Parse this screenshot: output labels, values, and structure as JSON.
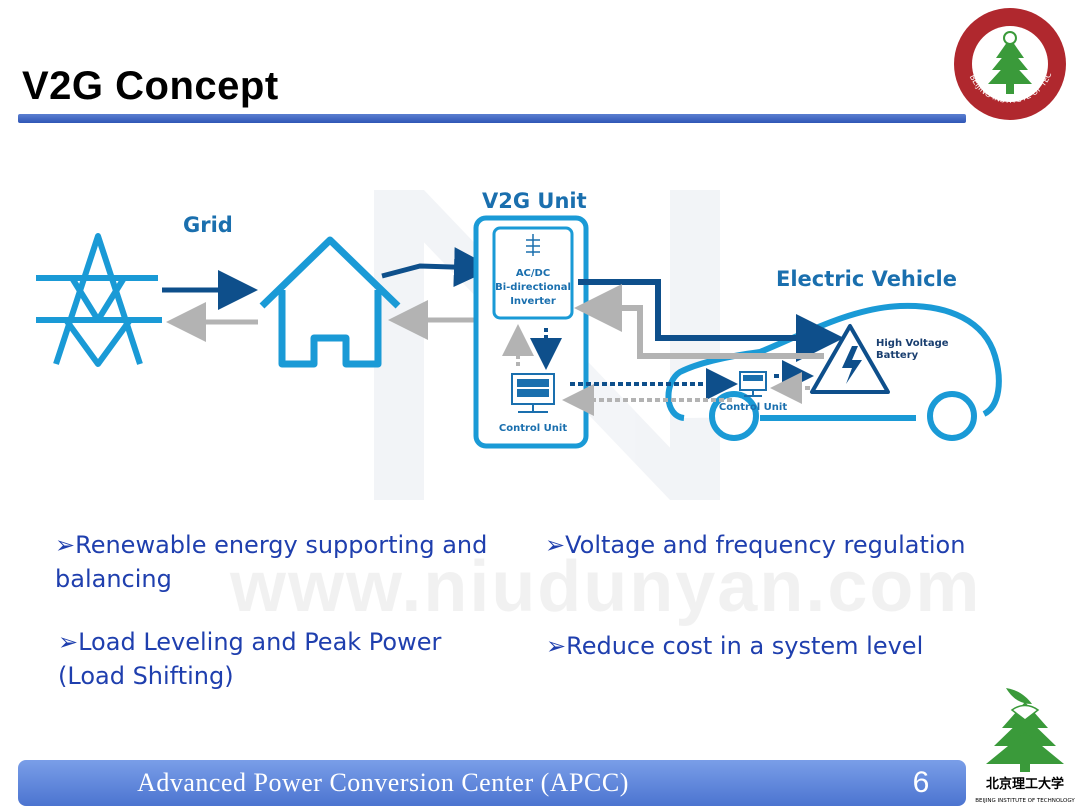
{
  "slide": {
    "title": "V2G Concept",
    "page_number": "6",
    "footer": "Advanced  Power  Conversion  Center (APCC)"
  },
  "diagram": {
    "grid_label": "Grid",
    "v2g_unit_label": "V2G Unit",
    "inverter_lines": [
      "AC/DC",
      "Bi-directional",
      "Inverter"
    ],
    "control_unit_label": "Control Unit",
    "ev_label": "Electric Vehicle",
    "battery_lines": [
      "High Voltage",
      "Battery"
    ],
    "ev_control_unit_label": "Control Unit"
  },
  "bullets": [
    {
      "arrow": "➢",
      "lines": [
        "Renewable energy supporting and",
        "balancing"
      ]
    },
    {
      "arrow": "➢",
      "lines": [
        "Voltage and frequency regulation"
      ]
    },
    {
      "arrow": "➢",
      "lines": [
        "Load Leveling and Peak Power",
        "(Load Shifting)"
      ]
    },
    {
      "arrow": "➢",
      "lines": [
        "Reduce cost in a system level"
      ]
    }
  ],
  "watermark": "www.niudunyan.com",
  "logos": {
    "top_text": "BEIJING INSTITUTE OF TECHNOLOGY",
    "bottom_chinese": "北京理工大学",
    "bottom_english": "BEIJING INSTITUTE OF TECHNOLOGY"
  },
  "colors": {
    "accent_blue": "#1f3fae",
    "diagram_blue": "#1a9ad6",
    "dark_blue": "#0e4f8b",
    "gray_arrow": "#b3b3b3",
    "logo_red": "#b0282e",
    "logo_green": "#3a9a3a"
  }
}
